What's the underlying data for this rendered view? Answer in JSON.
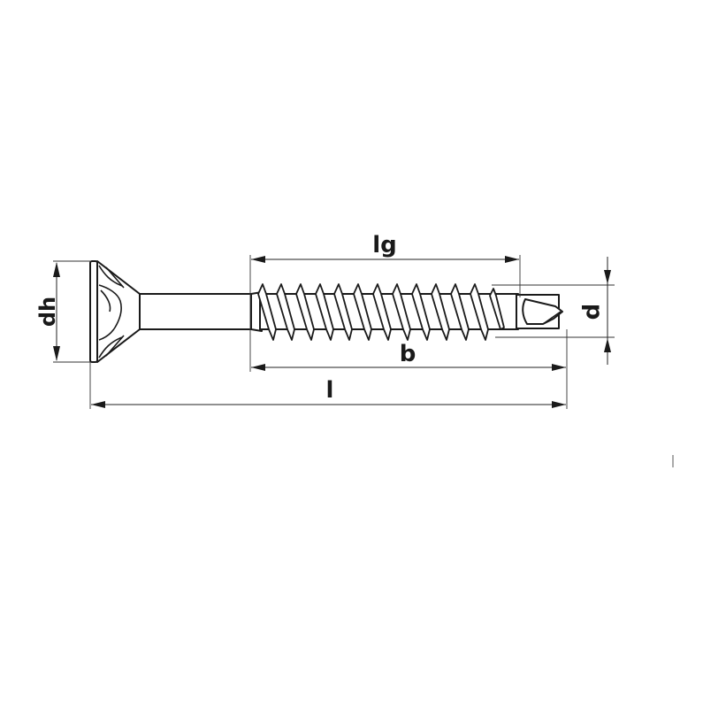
{
  "drawing": {
    "subject": "countersunk screw with partial thread and drill point",
    "labels": {
      "head_diameter": "dh",
      "thread_length": "lg",
      "nominal_diameter": "d",
      "thread_span": "b",
      "total_length": "l"
    },
    "colors": {
      "line": "#1a1a1a",
      "background": "#ffffff"
    }
  }
}
